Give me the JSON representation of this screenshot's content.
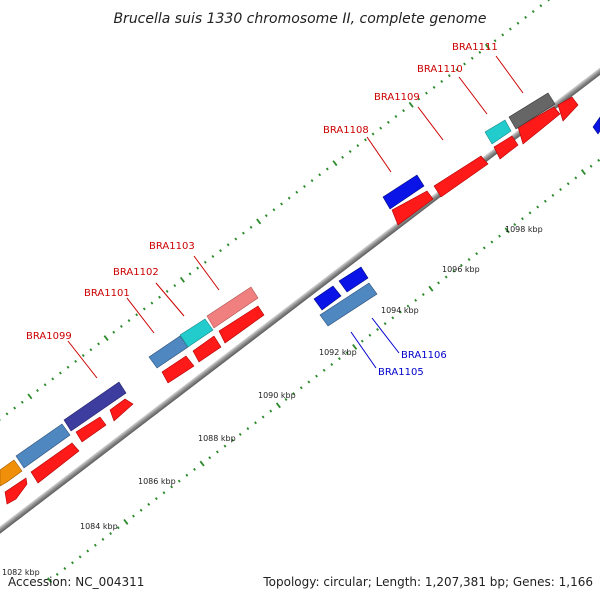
{
  "title": "Brucella suis 1330 chromosome II, complete genome",
  "footer": {
    "accession": "Accession: NC_004311",
    "summary": "Topology: circular; Length: 1,207,381 bp; Genes: 1,166"
  },
  "colors": {
    "background": "#ffffff",
    "backbone": "#8c8c8c",
    "tick": "#2b8a2b",
    "label_red": "#cc0000",
    "label_blue": "#0000cc",
    "gene_red": "#ff1a1a",
    "gene_blue": "#0a14e6",
    "gene_steelblue": "#4f87c0",
    "gene_cyan": "#22cccc",
    "gene_pink": "#f08080",
    "gene_gray": "#666666",
    "gene_navy": "#3d3da0",
    "gene_orange": "#f0900a"
  },
  "kbp_labels": [
    "1082 kbp",
    "1084 kbp",
    "1086 kbp",
    "1088 kbp",
    "1090 kbp",
    "1092 kbp",
    "1094 kbp",
    "1096 kbp",
    "1098 kbp"
  ],
  "gene_labels": [
    {
      "id": "BRA1099",
      "strand": "forward"
    },
    {
      "id": "BRA1101",
      "strand": "forward"
    },
    {
      "id": "BRA1102",
      "strand": "forward"
    },
    {
      "id": "BRA1103",
      "strand": "forward"
    },
    {
      "id": "BRA1105",
      "strand": "reverse"
    },
    {
      "id": "BRA1106",
      "strand": "reverse"
    },
    {
      "id": "BRA1108",
      "strand": "forward"
    },
    {
      "id": "BRA1109",
      "strand": "forward"
    },
    {
      "id": "BRA1110",
      "strand": "forward"
    },
    {
      "id": "BRA1111",
      "strand": "forward"
    }
  ]
}
